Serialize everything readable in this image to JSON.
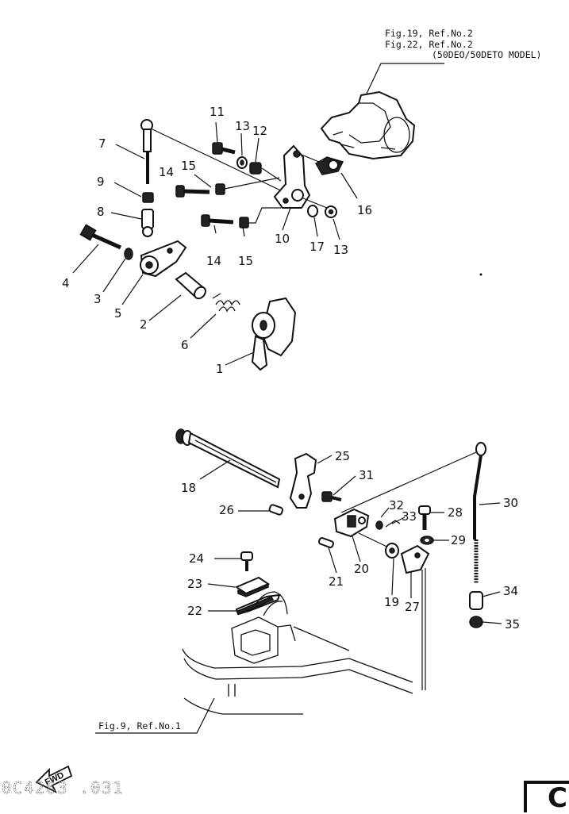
{
  "refs": {
    "top_line1": "Fig.19, Ref.No.2",
    "top_line2": "Fig.22, Ref.No.2",
    "top_line3": "(50DEO/50DETO MODEL)",
    "bottom": "Fig.9, Ref.No.1"
  },
  "fwd_label": "FWD",
  "code": "0C4263 .031",
  "corner_letter": "C",
  "callouts": {
    "c1": "1",
    "c2": "2",
    "c3": "3",
    "c4": "4",
    "c5": "5",
    "c6": "6",
    "c7": "7",
    "c8": "8",
    "c9": "9",
    "c10": "10",
    "c11": "11",
    "c12": "12",
    "c13a": "13",
    "c13b": "13",
    "c14a": "14",
    "c14b": "14",
    "c15a": "15",
    "c15b": "15",
    "c16": "16",
    "c17": "17",
    "c18": "18",
    "c19": "19",
    "c20": "20",
    "c21": "21",
    "c22": "22",
    "c23": "23",
    "c24": "24",
    "c25": "25",
    "c26": "26",
    "c27": "27",
    "c28": "28",
    "c29": "29",
    "c30": "30",
    "c31": "31",
    "c32": "32",
    "c33": "33",
    "c34": "34",
    "c35": "35"
  }
}
